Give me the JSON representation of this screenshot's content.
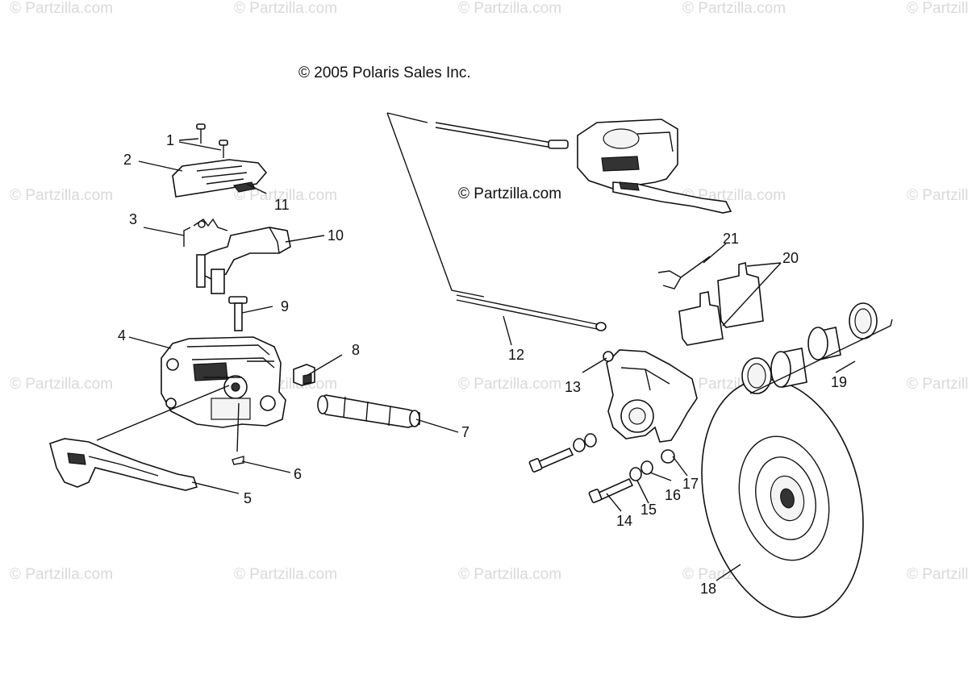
{
  "watermark_text": "© Partzilla.com",
  "copyright": "© 2005 Polaris Sales Inc.",
  "partzilla_mark": "© Partzilla.com",
  "callouts": {
    "c1": "1",
    "c2": "2",
    "c3": "3",
    "c4": "4",
    "c5": "5",
    "c6": "6",
    "c7": "7",
    "c8": "8",
    "c9": "9",
    "c10": "10",
    "c11": "11",
    "c12": "12",
    "c13": "13",
    "c14": "14",
    "c15": "15",
    "c16": "16",
    "c17": "17",
    "c18": "18",
    "c19": "19",
    "c20": "20",
    "c21": "21"
  }
}
